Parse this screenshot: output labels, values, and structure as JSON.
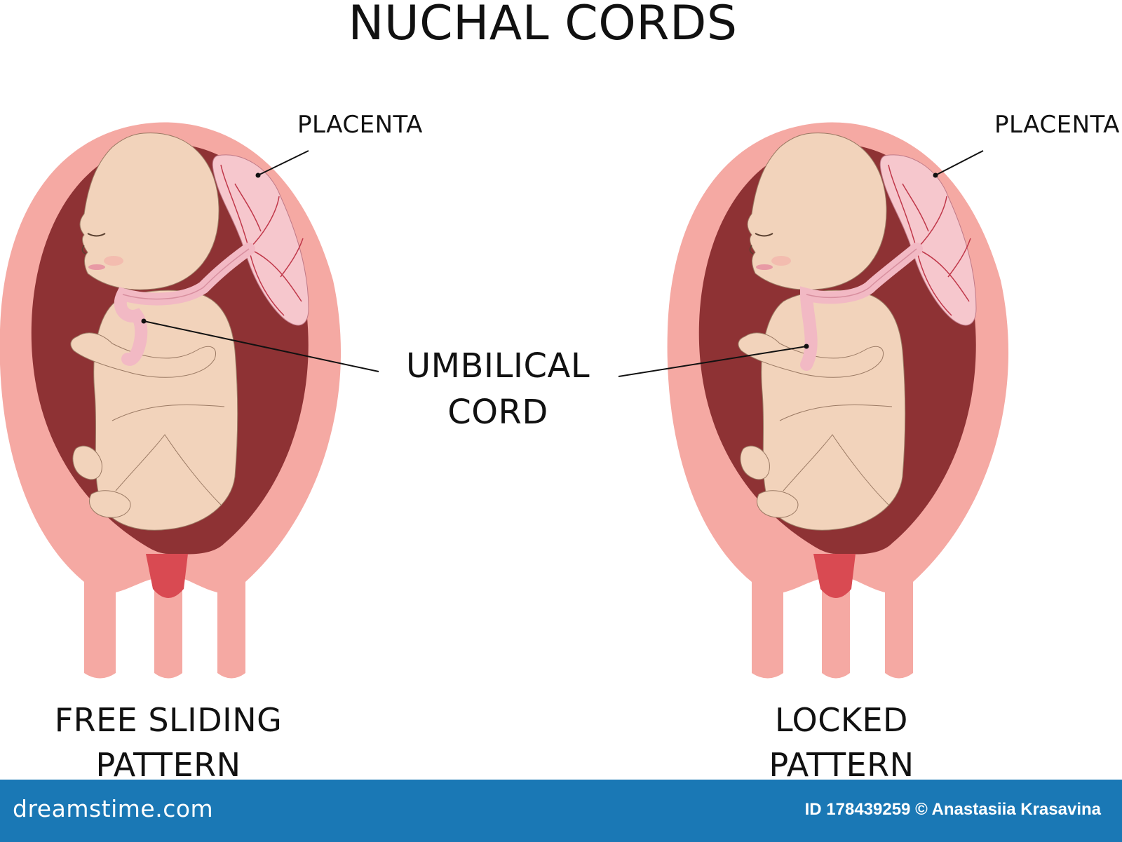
{
  "title": "NUCHAL CORDS",
  "labels": {
    "placenta_left": "PLACENTA",
    "placenta_right": "PLACENTA",
    "umbilical_line1": "UMBILICAL",
    "umbilical_line2": "CORD"
  },
  "captions": {
    "left_line1": "FREE SLIDING",
    "left_line2": "PATTERN",
    "right_line1": "LOCKED",
    "right_line2": "PATTERN"
  },
  "footer": {
    "brand": "dreamstime.com",
    "credit": "ID 178439259 © Anastasiia Krasavina"
  },
  "colors": {
    "uterus_wall": "#f5a9a3",
    "uterus_cavity": "#8e3234",
    "fetus_skin": "#f2d3bb",
    "placenta": "#f6c7cd",
    "cord": "#f2b9c4",
    "cervix_plug": "#d94a52",
    "footer_bar": "#1a78b5"
  }
}
